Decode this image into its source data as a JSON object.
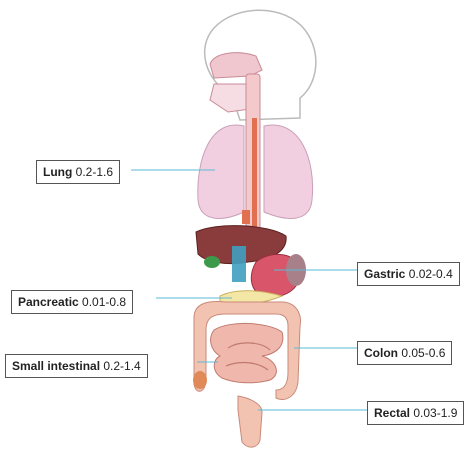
{
  "labels": {
    "lung": {
      "name": "Lung",
      "value": "0.2-1.6"
    },
    "gastric": {
      "name": "Gastric",
      "value": "0.02-0.4"
    },
    "pancreatic": {
      "name": "Pancreatic",
      "value": "0.01-0.8"
    },
    "colon": {
      "name": "Colon",
      "value": "0.05-0.6"
    },
    "small_intestinal": {
      "name": "Small intestinal",
      "value": "0.2-1.4"
    },
    "rectal": {
      "name": "Rectal",
      "value": "0.03-1.9"
    }
  },
  "colors": {
    "leader_line": "#5bbad5",
    "lung": "#f2cfe0",
    "liver": "#8a3b3b",
    "stomach": "#d9566a",
    "intestine": "#f3c3b2",
    "head_outline": "#bbbbbb"
  }
}
